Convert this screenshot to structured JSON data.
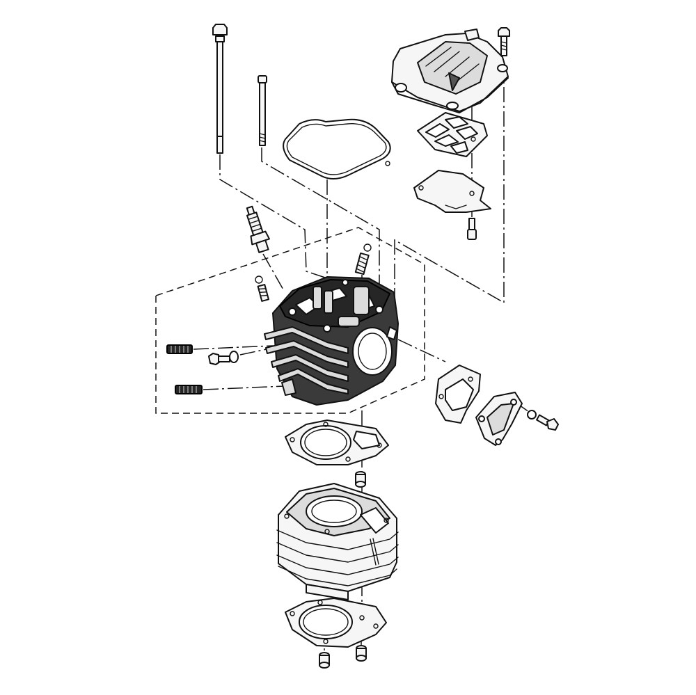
{
  "diagram": {
    "kind": "exploded-parts-view",
    "subject": "engine-cylinder-head-and-cylinder",
    "text_labels": [],
    "colors": {
      "line": "#111111",
      "head_fill": "#3a3a3a",
      "part_fill": "#f6f6f6",
      "background": "#ffffff"
    },
    "parts": [
      {
        "id": "long-stud-bolt",
        "icon": "long-bolt-icon"
      },
      {
        "id": "short-stud-bolt",
        "icon": "stud-bolt-icon"
      },
      {
        "id": "valve-cover-seal",
        "icon": "o-ring-gasket-icon"
      },
      {
        "id": "valve-cover",
        "icon": "cover-icon"
      },
      {
        "id": "cover-bolt",
        "icon": "bolt-icon"
      },
      {
        "id": "breather-plate-gasket",
        "icon": "gasket-icon"
      },
      {
        "id": "breather-plate",
        "icon": "plate-icon"
      },
      {
        "id": "plate-screw",
        "icon": "screw-icon"
      },
      {
        "id": "spark-plug",
        "icon": "spark-plug-icon"
      },
      {
        "id": "valve-adjuster-left",
        "icon": "stud-icon"
      },
      {
        "id": "valve-adjuster-right",
        "icon": "stud-icon"
      },
      {
        "id": "cylinder-head",
        "icon": "cylinder-head-icon"
      },
      {
        "id": "exhaust-stud-upper",
        "icon": "stud-icon"
      },
      {
        "id": "exhaust-stud-lower",
        "icon": "stud-icon"
      },
      {
        "id": "small-bolt-with-washer",
        "icon": "bolt-icon"
      },
      {
        "id": "side-cover-gasket",
        "icon": "gasket-icon"
      },
      {
        "id": "side-cover",
        "icon": "cover-icon"
      },
      {
        "id": "side-cover-bolt",
        "icon": "bolt-icon"
      },
      {
        "id": "head-gasket",
        "icon": "gasket-icon"
      },
      {
        "id": "dowel-pin-upper",
        "icon": "dowel-pin-icon"
      },
      {
        "id": "cylinder-block",
        "icon": "cylinder-icon"
      },
      {
        "id": "base-gasket",
        "icon": "gasket-icon"
      },
      {
        "id": "dowel-pin-lower-left",
        "icon": "dowel-pin-icon"
      },
      {
        "id": "dowel-pin-lower-right",
        "icon": "dowel-pin-icon"
      }
    ]
  }
}
